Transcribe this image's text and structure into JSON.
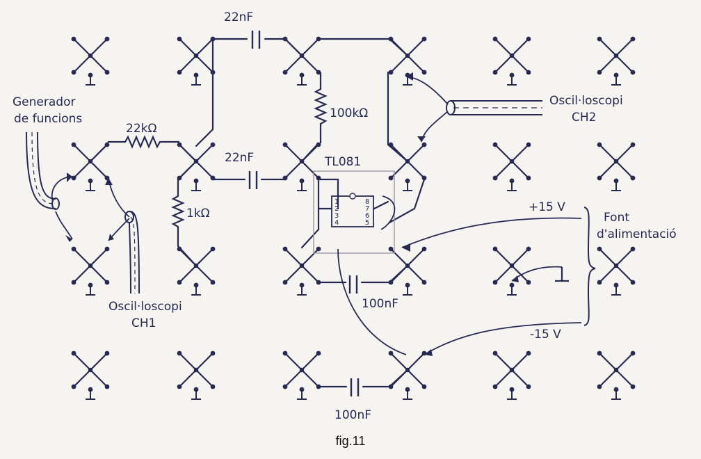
{
  "labels": {
    "c1": "22nF",
    "c2": "22nF",
    "r1": "22kΩ",
    "r2": "100kΩ",
    "r3": "1kΩ",
    "ic": "TL081",
    "c3": "100nF",
    "c4": "100nF",
    "gen_line1": "Generador",
    "gen_line2": "de funcions",
    "osc1_line1": "Oscil·loscopi",
    "osc1_line2": "CH1",
    "osc2_line1": "Oscil·loscopi",
    "osc2_line2": "CH2",
    "vpos": "+15 V",
    "vneg": "-15 V",
    "psu_line1": "Font",
    "psu_line2": "d'alimentació"
  },
  "ic_pins": {
    "left": [
      "1",
      "2",
      "3",
      "4"
    ],
    "right": [
      "8",
      "7",
      "6",
      "5"
    ]
  },
  "colors": {
    "ink": "#262a52",
    "paper": "#f5f4f0"
  },
  "caption": "fig.11"
}
